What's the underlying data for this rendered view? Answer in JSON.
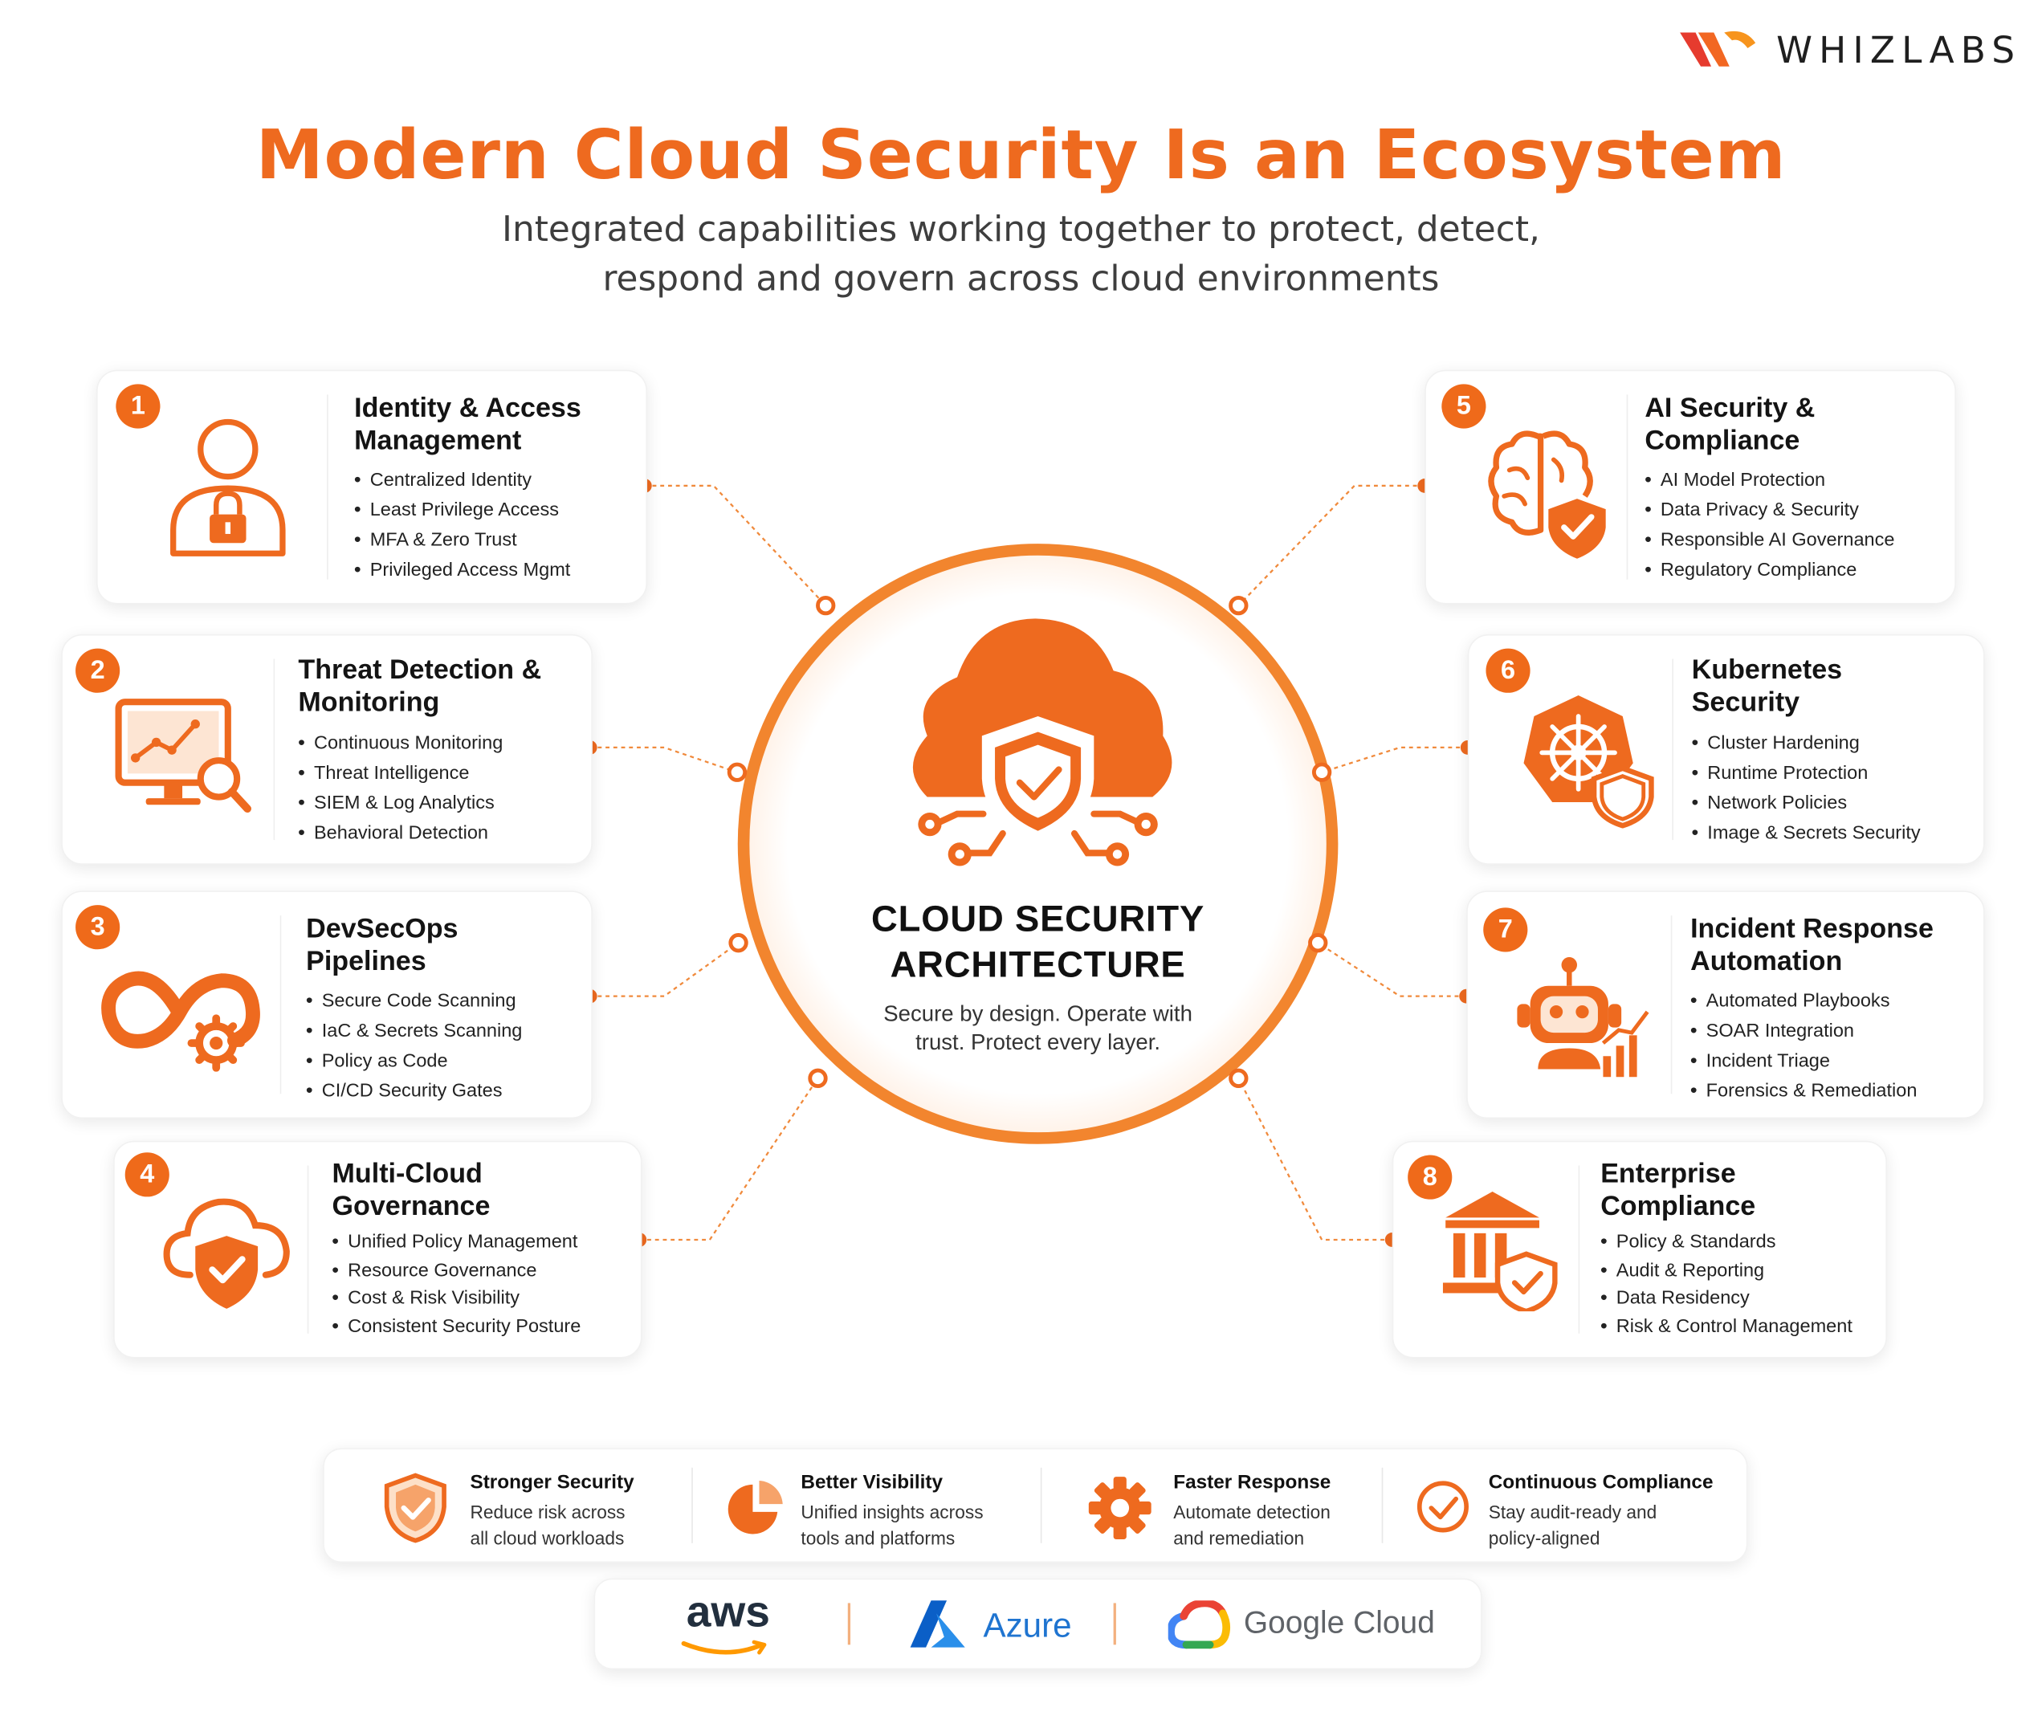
{
  "brand": {
    "logo_text": "WHIZLABS",
    "accent": "#EE6A1F"
  },
  "header": {
    "title": "Modern Cloud Security Is an Ecosystem",
    "subtitle_line1": "Integrated capabilities working together to protect, detect,",
    "subtitle_line2": "respond and govern across cloud environments"
  },
  "hub": {
    "title_line1": "CLOUD SECURITY",
    "title_line2": "ARCHITECTURE",
    "tagline_line1": "Secure by design. Operate with",
    "tagline_line2": "trust. Protect every layer.",
    "icon": "cloud-shield-icon"
  },
  "cards": [
    {
      "number": "1",
      "title_line1": "Identity & Access",
      "title_line2": "Management",
      "icon": "user-lock-icon",
      "items": [
        "Centralized Identity",
        "Least Privilege Access",
        "MFA & Zero Trust",
        "Privileged Access Mgmt"
      ]
    },
    {
      "number": "2",
      "title_line1": "Threat Detection &",
      "title_line2": "Monitoring",
      "icon": "monitor-search-icon",
      "items": [
        "Continuous Monitoring",
        "Threat Intelligence",
        "SIEM & Log Analytics",
        "Behavioral Detection"
      ]
    },
    {
      "number": "3",
      "title_line1": "DevSecOps",
      "title_line2": "Pipelines",
      "icon": "infinity-gear-icon",
      "items": [
        "Secure Code Scanning",
        "IaC & Secrets Scanning",
        "Policy as Code",
        "CI/CD Security Gates"
      ]
    },
    {
      "number": "4",
      "title_line1": "Multi-Cloud",
      "title_line2": "Governance",
      "icon": "cloud-shield-check-icon",
      "items": [
        "Unified Policy Management",
        "Resource Governance",
        "Cost & Risk Visibility",
        "Consistent Security Posture"
      ]
    },
    {
      "number": "5",
      "title_line1": "AI Security &",
      "title_line2": "Compliance",
      "icon": "brain-shield-icon",
      "items": [
        "AI Model Protection",
        "Data Privacy & Security",
        "Responsible AI Governance",
        "Regulatory Compliance"
      ]
    },
    {
      "number": "6",
      "title_line1": "Kubernetes",
      "title_line2": "Security",
      "icon": "helm-shield-icon",
      "items": [
        "Cluster Hardening",
        "Runtime Protection",
        "Network Policies",
        "Image & Secrets Security"
      ]
    },
    {
      "number": "7",
      "title_line1": "Incident Response",
      "title_line2": "Automation",
      "icon": "robot-chart-icon",
      "items": [
        "Automated Playbooks",
        "SOAR Integration",
        "Incident Triage",
        "Forensics & Remediation"
      ]
    },
    {
      "number": "8",
      "title_line1": "Enterprise",
      "title_line2": "Compliance",
      "icon": "building-shield-icon",
      "items": [
        "Policy & Standards",
        "Audit & Reporting",
        "Data Residency",
        "Risk & Control Management"
      ]
    }
  ],
  "benefits": [
    {
      "title": "Stronger Security",
      "line1": "Reduce risk across",
      "line2": "all cloud workloads",
      "icon": "shield-check-icon"
    },
    {
      "title": "Better Visibility",
      "line1": "Unified insights across",
      "line2": "tools and platforms",
      "icon": "pie-chart-icon"
    },
    {
      "title": "Faster Response",
      "line1": "Automate detection",
      "line2": "and remediation",
      "icon": "gear-icon"
    },
    {
      "title": "Continuous Compliance",
      "line1": "Stay audit-ready and",
      "line2": "policy-aligned",
      "icon": "check-circle-icon"
    }
  ],
  "providers": {
    "aws": "aws",
    "azure": "Azure",
    "google": "Google Cloud"
  }
}
